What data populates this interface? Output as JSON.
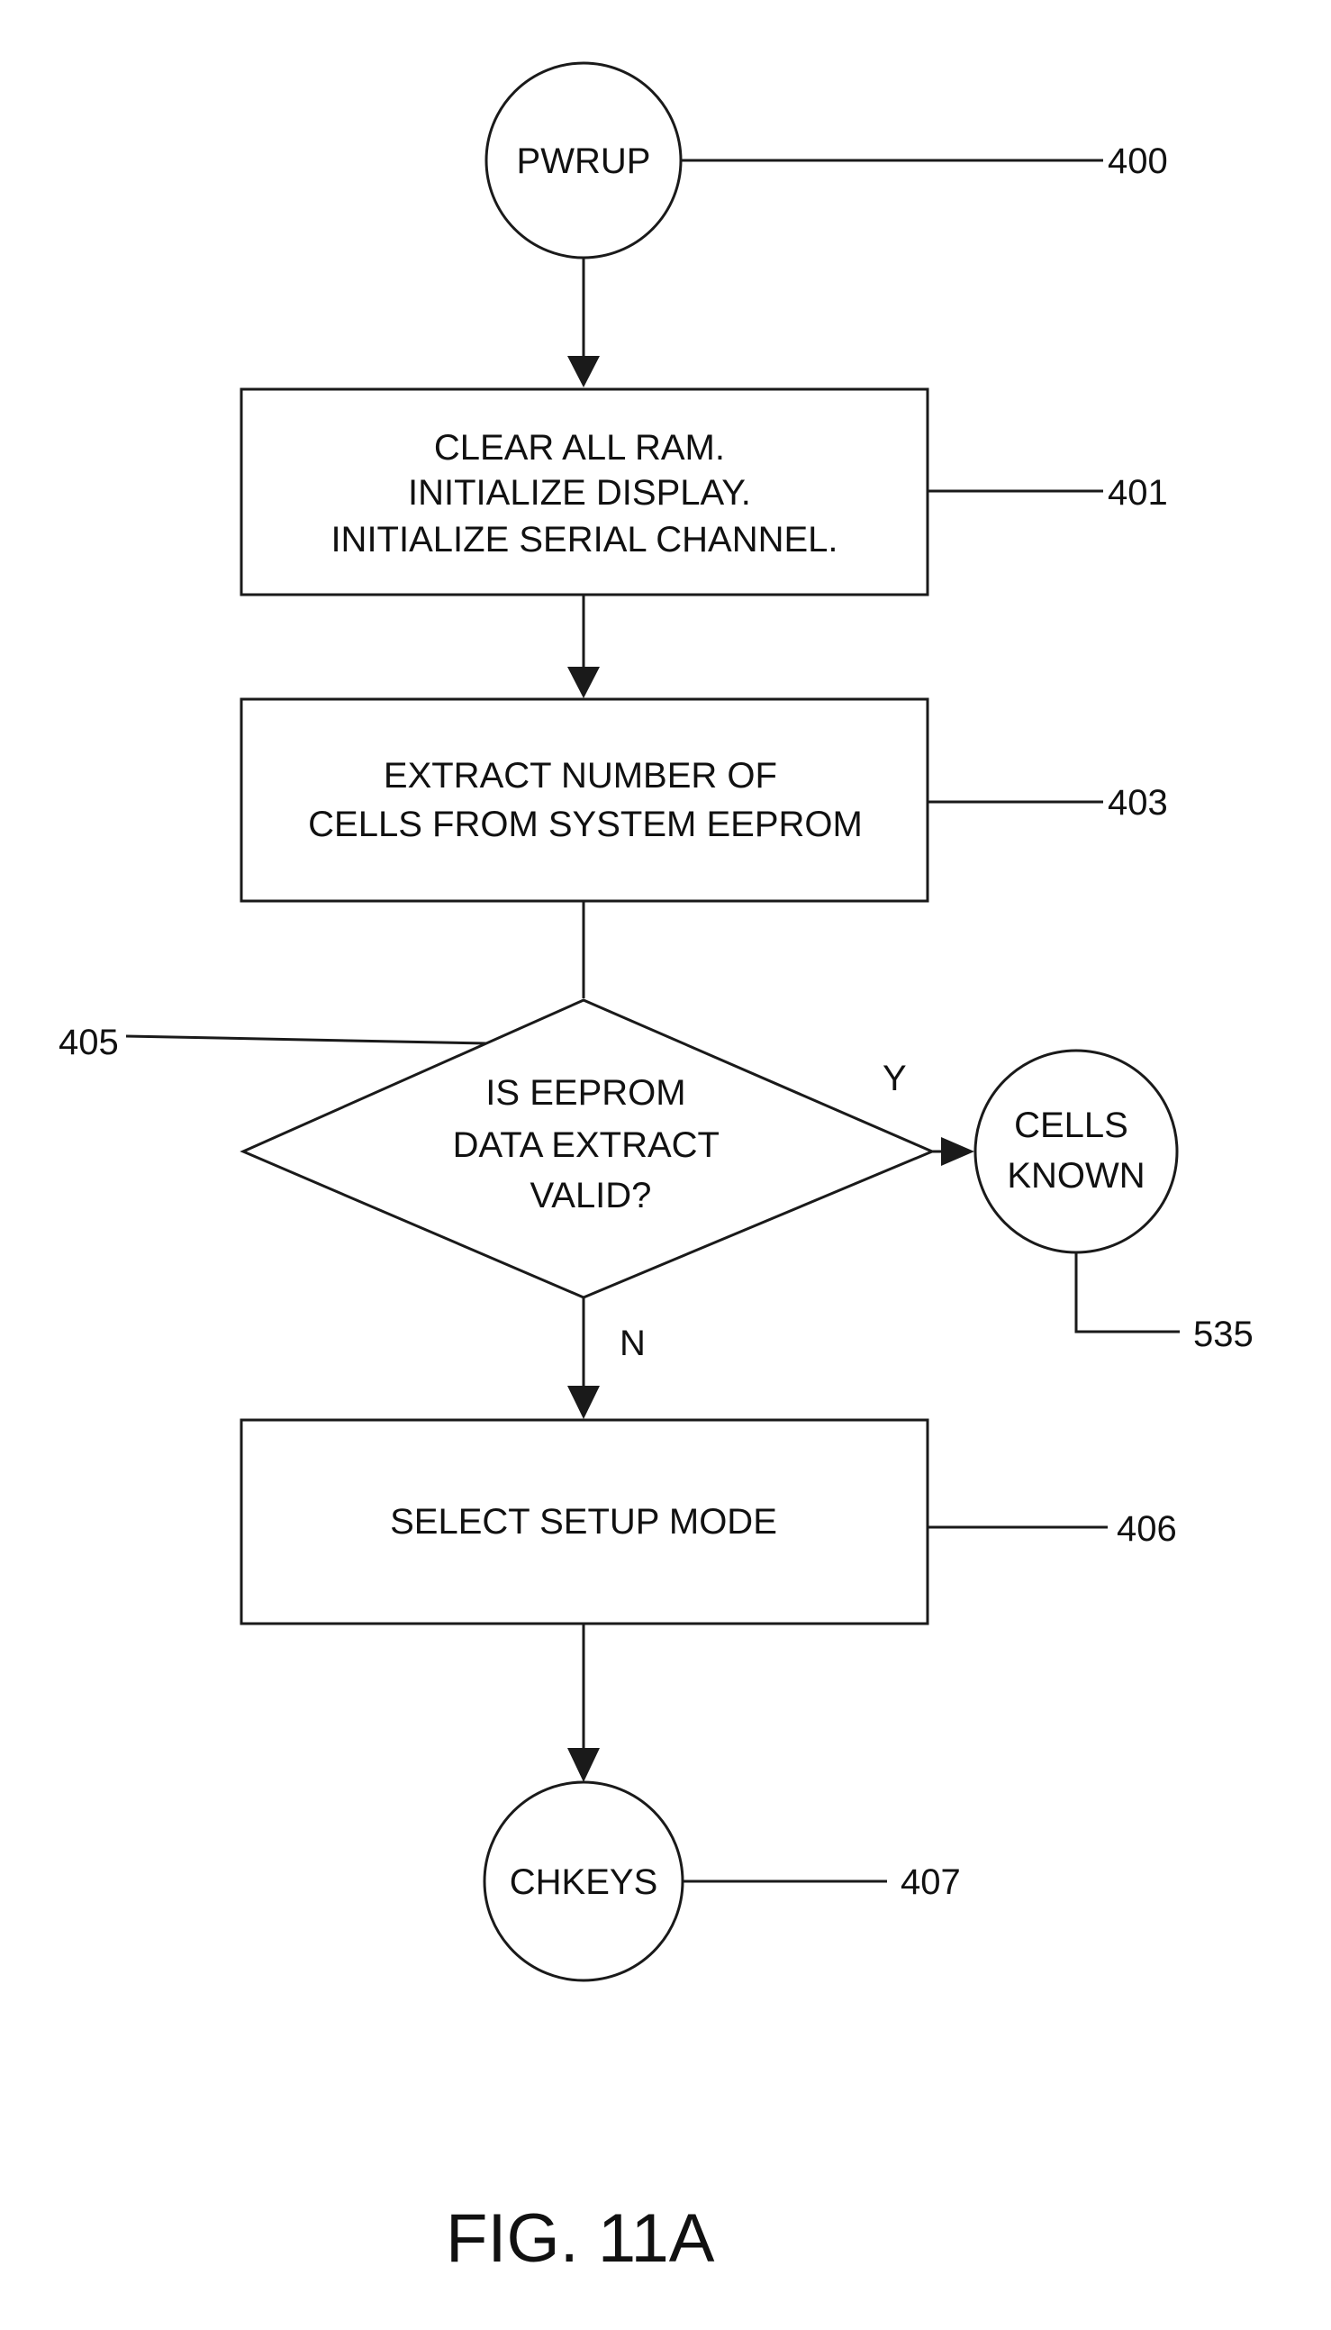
{
  "nodes": {
    "pwrup": {
      "label": "PWRUP",
      "ref": "400"
    },
    "init": {
      "lines": [
        "CLEAR ALL RAM.",
        "INITIALIZE DISPLAY.",
        "INITIALIZE SERIAL CHANNEL."
      ],
      "ref": "401"
    },
    "extract": {
      "lines": [
        "EXTRACT NUMBER OF",
        "CELLS FROM SYSTEM EEPROM"
      ],
      "ref": "403"
    },
    "decision": {
      "lines": [
        "IS EEPROM",
        "DATA EXTRACT",
        "VALID?"
      ],
      "ref": "405",
      "yes_label": "Y",
      "no_label": "N"
    },
    "cells_known": {
      "lines": [
        "CELLS",
        "KNOWN"
      ],
      "ref": "535"
    },
    "setup": {
      "label": "SELECT SETUP MODE",
      "ref": "406"
    },
    "chkeys": {
      "label": "CHKEYS",
      "ref": "407"
    }
  },
  "figure_label": "FIG. 11A"
}
